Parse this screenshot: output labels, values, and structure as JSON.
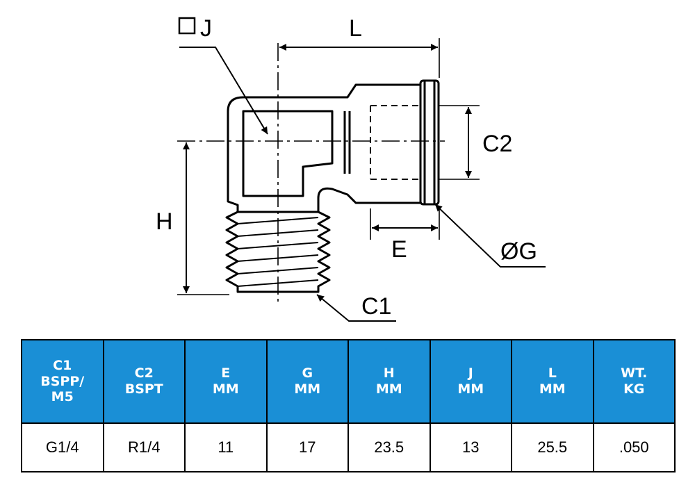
{
  "drawing": {
    "labels": {
      "J": "J",
      "L": "L",
      "C2": "C2",
      "H": "H",
      "E": "E",
      "G": "ØG",
      "C1": "C1"
    }
  },
  "table": {
    "headers": [
      [
        "C1",
        "BSPP/",
        "M5"
      ],
      [
        "C2",
        "BSPT"
      ],
      [
        "E",
        "MM"
      ],
      [
        "G",
        "MM"
      ],
      [
        "H",
        "MM"
      ],
      [
        "J",
        "MM"
      ],
      [
        "L",
        "MM"
      ],
      [
        "WT.",
        "KG"
      ]
    ],
    "row": [
      "G1/4",
      "R1/4",
      "11",
      "17",
      "23.5",
      "13",
      "25.5",
      ".050"
    ]
  },
  "colors": {
    "header_bg": "#1a8fd6",
    "header_text": "#ffffff",
    "line": "#000000"
  }
}
